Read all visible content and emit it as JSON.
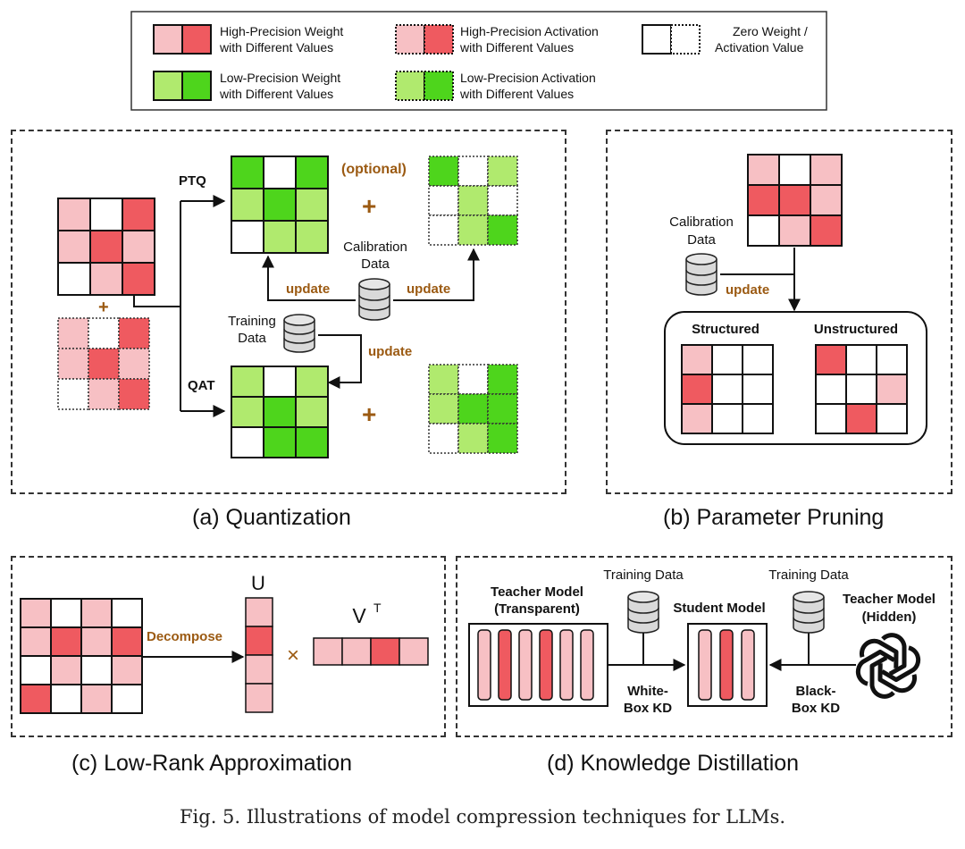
{
  "legend": {
    "items": [
      {
        "line1": "High-Precision Weight",
        "line2": "with Different Values"
      },
      {
        "line1": "High-Precision Activation",
        "line2": "with Different Values"
      },
      {
        "line1": "Zero Weight  /",
        "line2": "Activation Value"
      },
      {
        "line1": "Low-Precision Weight",
        "line2": "with Different Values"
      },
      {
        "line1": "Low-Precision Activation",
        "line2": "with Different Values"
      }
    ]
  },
  "panels": {
    "quantization": {
      "caption": "(a) Quantization",
      "ptq": "PTQ",
      "qat": "QAT",
      "optional": "(optional)",
      "plus": "+",
      "calibration": [
        "Calibration",
        "Data"
      ],
      "training": [
        "Training",
        "Data"
      ],
      "update": "update"
    },
    "pruning": {
      "caption": "(b) Parameter Pruning",
      "calibration": [
        "Calibration",
        "Data"
      ],
      "update": "update",
      "structured": "Structured",
      "unstructured": "Unstructured"
    },
    "lowrank": {
      "caption": "(c) Low-Rank Approximation",
      "decompose": "Decompose",
      "u": "U",
      "vt_base": "V",
      "vt_sup": "T",
      "times": "×"
    },
    "distillation": {
      "caption": "(d) Knowledge Distillation",
      "teacher_left": [
        "Teacher Model",
        "(Transparent)"
      ],
      "training_data": "Training Data",
      "student": "Student Model",
      "teacher_right": [
        "Teacher Model",
        "(Hidden)"
      ],
      "whitebox": [
        "White-",
        "Box KD"
      ],
      "blackbox": [
        "Black-",
        "Box KD"
      ]
    }
  },
  "figure_caption": "Fig. 5.  Illustrations of model compression techniques for LLMs.",
  "colors": {
    "hp_light": "#f7c0c4",
    "hp_dark": "#ef5a60",
    "lp_light": "#b0ea6e",
    "lp_dark": "#4ed51c",
    "annotation": "#9b5a12"
  }
}
